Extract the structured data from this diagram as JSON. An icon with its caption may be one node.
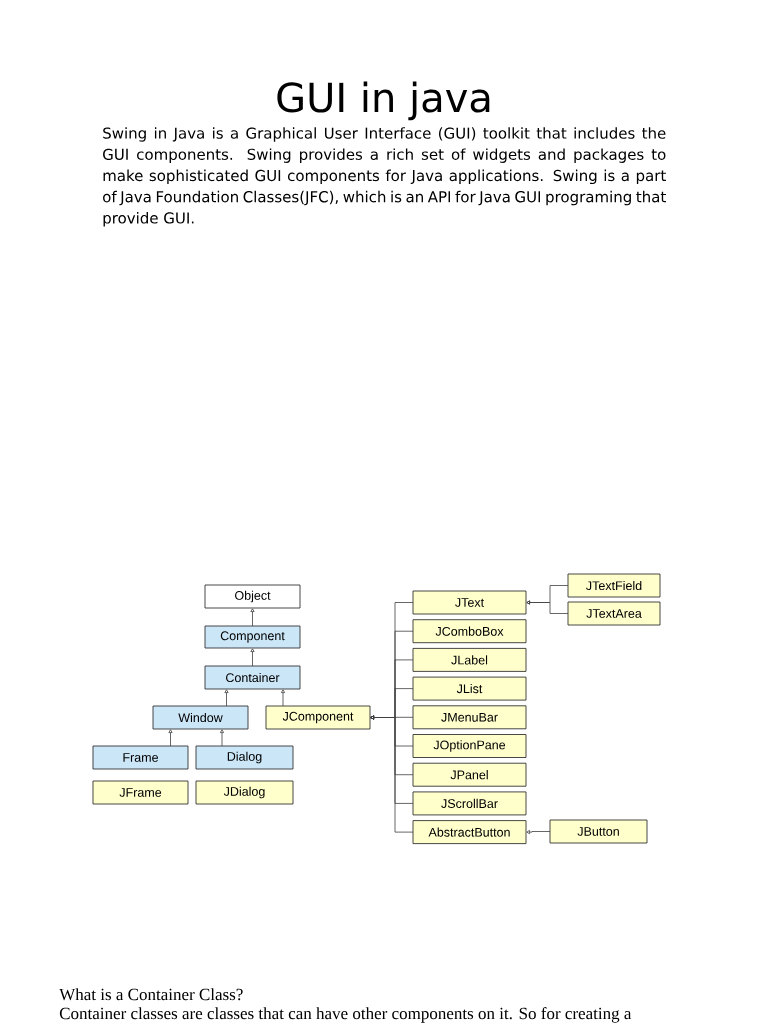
{
  "diagram": {
    "title": "GUI in java",
    "nodes": [
      {
        "text": [
          "Object"
        ]
      },
      {
        "text": [
          "Component"
        ]
      },
      {
        "text": [
          "Container"
        ]
      },
      {
        "text": [
          "Window"
        ]
      },
      {
        "text": [
          "JComponent"
        ]
      },
      {
        "text": [
          "Frame"
        ]
      },
      {
        "text": [
          "Dialog"
        ]
      },
      {
        "text": [
          "JFrame"
        ]
      },
      {
        "text": [
          "JDialog"
        ]
      },
      {
        "text": [
          "JText"
        ]
      },
      {
        "text": [
          "JTextField"
        ]
      },
      {
        "text": [
          "JTextArea"
        ]
      },
      {
        "text": [
          "JComboBox"
        ]
      },
      {
        "text": [
          "JLabel"
        ]
      },
      {
        "text": [
          "JList"
        ]
      },
      {
        "text": [
          "JMenuBar"
        ]
      },
      {
        "text": [
          "JOptionPane"
        ]
      },
      {
        "text": [
          "JPanel"
        ]
      },
      {
        "text": [
          "JScrollBar"
        ]
      },
      {
        "text": [
          "AbstractButton"
        ]
      },
      {
        "text": [
          "JButton"
        ]
      }
    ],
    "edges": [
      {
        "from": 1,
        "to": 0,
        "arrow": "to"
      },
      {
        "from": 2,
        "to": 1,
        "arrow": "to"
      },
      {
        "from": 3,
        "to": 2,
        "arrow": "to"
      },
      {
        "from": 4,
        "to": 2,
        "arrow": "to"
      },
      {
        "from": 5,
        "to": 3,
        "arrow": "to"
      },
      {
        "from": 6,
        "to": 3,
        "arrow": "to"
      },
      {
        "from": 9,
        "to": 4,
        "arrow": "to"
      },
      {
        "from": 12,
        "to": 4,
        "arrow": "to"
      },
      {
        "from": 13,
        "to": 4,
        "arrow": "to"
      },
      {
        "from": 14,
        "to": 4,
        "arrow": "to"
      },
      {
        "from": 15,
        "to": 4,
        "arrow": "to"
      },
      {
        "from": 16,
        "to": 4,
        "arrow": "to"
      },
      {
        "from": 17,
        "to": 4,
        "arrow": "to"
      },
      {
        "from": 18,
        "to": 4,
        "arrow": "to"
      },
      {
        "from": 19,
        "to": 4,
        "arrow": "to"
      },
      {
        "from": 10,
        "to": 9,
        "arrow": "to"
      },
      {
        "from": 11,
        "to": 9,
        "arrow": "to"
      },
      {
        "from": 20,
        "to": 19,
        "arrow": "to"
      }
    ],
    "labels": [
      "Swing in Java is a Graphical User Interface (GUI) toolkit that includes the GUI components. Swing provides a rich set of widgets and packages to make sophisticated GUI components for Java applications. Swing is a part of Java Foundation Classes(JFC), which is an API for Java GUI programing that provide GUI.",
      "What is a Container Class?",
      "Container classes are classes that can have other components on it. So for creating a"
    ]
  }
}
